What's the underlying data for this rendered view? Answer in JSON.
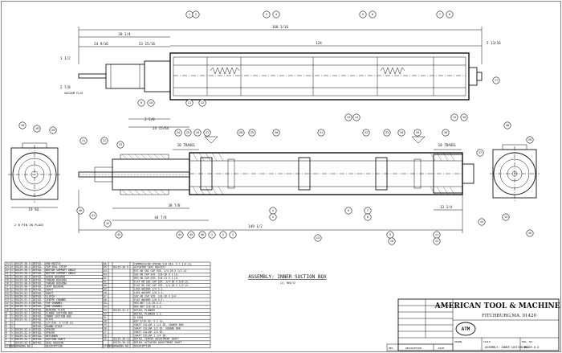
{
  "drawing": {
    "assembly_title": "ASSEMBLY: INNER SUCTION BOX",
    "assembly_subtitle": "(1) REQ'D",
    "view_labels": {
      "vacuum_flat": "VACUUM FLAT",
      "pin": "2 B PIN IN PLACE"
    }
  },
  "dimensions": {
    "top_overall": "168 1/16",
    "top_inner": "124",
    "left_1": "38 1/4",
    "left_2": "24 9/16",
    "left_3": "23 15/16",
    "right_1": "5 13/16",
    "small_1": "1 1/2",
    "small_2": "2 7/8",
    "mid_1": "2 5/8",
    "mid_2": "24 15/64",
    "travel_1": "10 TRAVEL",
    "travel_2": "10 TRAVEL",
    "bot_1": "38 7/8",
    "bot_2": "44 7/8",
    "bot_overall": "149 1/2",
    "right_2": "13 1/4",
    "end_view": "19 SQ."
  },
  "bubbles": [
    "1",
    "2",
    "3",
    "4",
    "5",
    "6",
    "7",
    "8",
    "9",
    "10",
    "11",
    "12",
    "13",
    "14",
    "15",
    "16",
    "17",
    "18",
    "19",
    "20",
    "21",
    "22",
    "23",
    "24",
    "25",
    "26",
    "27",
    "28",
    "29",
    "30",
    "31",
    "32",
    "33",
    "34",
    "35",
    "36",
    "37",
    "38",
    "39",
    "40",
    "41",
    "42",
    "43",
    "44",
    "45",
    "46"
  ],
  "bom_left": {
    "rows": [
      [
        "24",
        "1",
        "DSC29-30-3",
        "DETAIL",
        "END NOZZLE"
      ],
      [
        "23",
        "4",
        "DSC29-30-4",
        "DETAIL",
        "TOP SEAL STRIP"
      ],
      [
        "22",
        "1",
        "DSC29-30-1",
        "DETAIL",
        "BOTTOM SUPPORT ANGLE"
      ],
      [
        "21",
        "1",
        "DSC29-30-2",
        "DETAIL",
        "BOTTOM SUPPORT ANGLE"
      ],
      [
        "20",
        "1",
        "DSC29-30-4",
        "DETAIL",
        "GUIDE BUSHING"
      ],
      [
        "19",
        "1",
        "DSC29-30-5",
        "DETAIL",
        "THREAD BUSHING"
      ],
      [
        "18",
        "1",
        "DSC29-30-6",
        "DETAIL",
        "THREAD BUSHING"
      ],
      [
        "17",
        "1",
        "DSC29-30-7",
        "DETAIL",
        "SPOT BUSHING"
      ],
      [
        "16",
        "1",
        "DSC29-30-8",
        "DETAIL",
        "SHAFT"
      ],
      [
        "15",
        "1",
        "DSC29-31-1",
        "DETAIL",
        "SHAFT"
      ],
      [
        "14",
        "1",
        "DSC29-31-2",
        "DETAIL",
        "CLUTCH"
      ],
      [
        "13",
        "1",
        "DSC29-31-3",
        "DETAIL",
        "CENTER CHANNEL"
      ],
      [
        "12",
        "1",
        "DSC29-31-4",
        "DETAIL",
        "TOP CHANNEL"
      ],
      [
        "11",
        "1",
        "DSC29-31-5",
        "DETAIL",
        "END CHANNEL"
      ],
      [
        "10",
        "1",
        "DSC29-31-6",
        "DETAIL",
        "BEARING PLATE"
      ],
      [
        "9",
        "1",
        "DSC29-32-1",
        "DETAIL",
        "FLANGE SUCTION BOX"
      ],
      [
        "8",
        "1",
        "DSC29-32-2",
        "DETAIL",
        "INNER SUCTION BOX"
      ],
      [
        "7",
        "1",
        "DSC29-32-3",
        "DETAIL",
        "PLATE"
      ],
      [
        "6",
        "1",
        "",
        "DETAIL",
        "1/4 DIA. X 7/16 LG."
      ],
      [
        "5",
        "1",
        "",
        "DETAIL",
        "ROUND STOCK"
      ],
      [
        "4",
        "1",
        "DSC29-32-4",
        "DETAIL",
        "SPACER"
      ],
      [
        "3",
        "1",
        "DSC29-32-5",
        "DETAIL",
        "SPACER"
      ],
      [
        "2",
        "1",
        "DSC29-32-6",
        "DETAIL",
        "RETAINER"
      ],
      [
        "1",
        "1",
        "DSC29-32-7",
        "DETAIL",
        "SUCTION SHAFT"
      ],
      [
        "",
        "",
        "DSC29-32-8",
        "DETAIL",
        "SEAL HOUSING"
      ]
    ],
    "header": [
      "ITEM",
      "QTY",
      "DRAWING NO.",
      "",
      "DESCRIPTION"
    ]
  },
  "bom_right": {
    "rows": [
      [
        "46",
        "",
        "",
        "",
        "COMPRESSION SPRING 5/8 DIA. X 1 1/4 LG."
      ],
      [
        "45",
        "",
        "DSC29-30-9",
        "",
        "ACTUATOR CAPS #041557"
      ],
      [
        "44",
        "",
        "",
        "",
        "EXT HD SOC CAP SCR. 1/4-20 X 1/2 LG."
      ],
      [
        "43",
        "",
        "",
        "",
        "SOC HD CAP SCR. 3/8-16 X 1 LG."
      ],
      [
        "42",
        "",
        "",
        "",
        "HEX HD CAP SCR. 5/8-11 X 1 LG."
      ],
      [
        "41",
        "",
        "",
        "",
        "FLAT HD SOC CAP SCR. 1/4-20 X 5/8 LG."
      ],
      [
        "40",
        "",
        "",
        "",
        "FLAT HD SOC CAP SCR. 1/4-20 X 1/2 LG."
      ],
      [
        "39",
        "",
        "",
        "",
        "LOCK WASHER 1/4 S.S."
      ],
      [
        "38",
        "",
        "",
        "",
        "LOCK WASHER 3/8 S.S."
      ],
      [
        "37",
        "",
        "",
        "",
        "SOC HD CAP SCR. 3/8-16 X 3/4"
      ],
      [
        "36",
        "",
        "",
        "",
        "FLAT WASHER 3/8 S.S."
      ],
      [
        "35",
        "",
        "",
        "",
        "HEX NUT 1/4-20 S.S."
      ],
      [
        "34",
        "",
        "",
        "",
        "HEX NUT 3/8-16 S.S."
      ],
      [
        "33",
        "",
        "DSC29-31-9",
        "",
        "DETAIL PLUNGER"
      ],
      [
        "32",
        "",
        "",
        "",
        "DETAIL PLUNGER S.S."
      ],
      [
        "31",
        "",
        "",
        "",
        "O RING"
      ],
      [
        "30",
        "",
        "",
        "",
        "KEY 3/16 SQ. X 1 LG."
      ],
      [
        "29",
        "",
        "",
        "",
        "SHAFT COLLAR 1 1/4 ID. SQUARE BAR"
      ],
      [
        "28",
        "",
        "",
        "",
        "SHAFT COLLAR 1/2 ID. SQUARE BAR"
      ],
      [
        "27",
        "",
        "",
        "",
        "SHAFT COLLAR 1/2 ID."
      ],
      [
        "26",
        "",
        "",
        "",
        "SHAFT COLLAR 1 1/4 ID."
      ],
      [
        "25",
        "",
        "DSC29-30-11",
        "",
        "DETAIL CENTER ADJUSTMENT SHAFT"
      ],
      [
        "",
        "",
        "DSC29-30-12",
        "",
        "DETAIL ACTUATOR ADJUSTMENT SHAFT"
      ]
    ],
    "header": [
      "ITEM",
      "QTY",
      "DRAWING NO.",
      "",
      "DESCRIPTION"
    ]
  },
  "title_block": {
    "company": "AMERICAN TOOL & MACHINE CO.",
    "city": "FITCHBURG,MA. 01420",
    "logo": "ATM",
    "drawing_title": "ASSEMBLY: INNER SUCTION BOX",
    "drawing_no": "DSC29-0-3",
    "rev_header": [
      "REV",
      "DESCRIPTION",
      "DATE"
    ],
    "drawn_label": "DRAWN",
    "scale_label": "SCALE",
    "dwg_label": "DWG. NO."
  }
}
